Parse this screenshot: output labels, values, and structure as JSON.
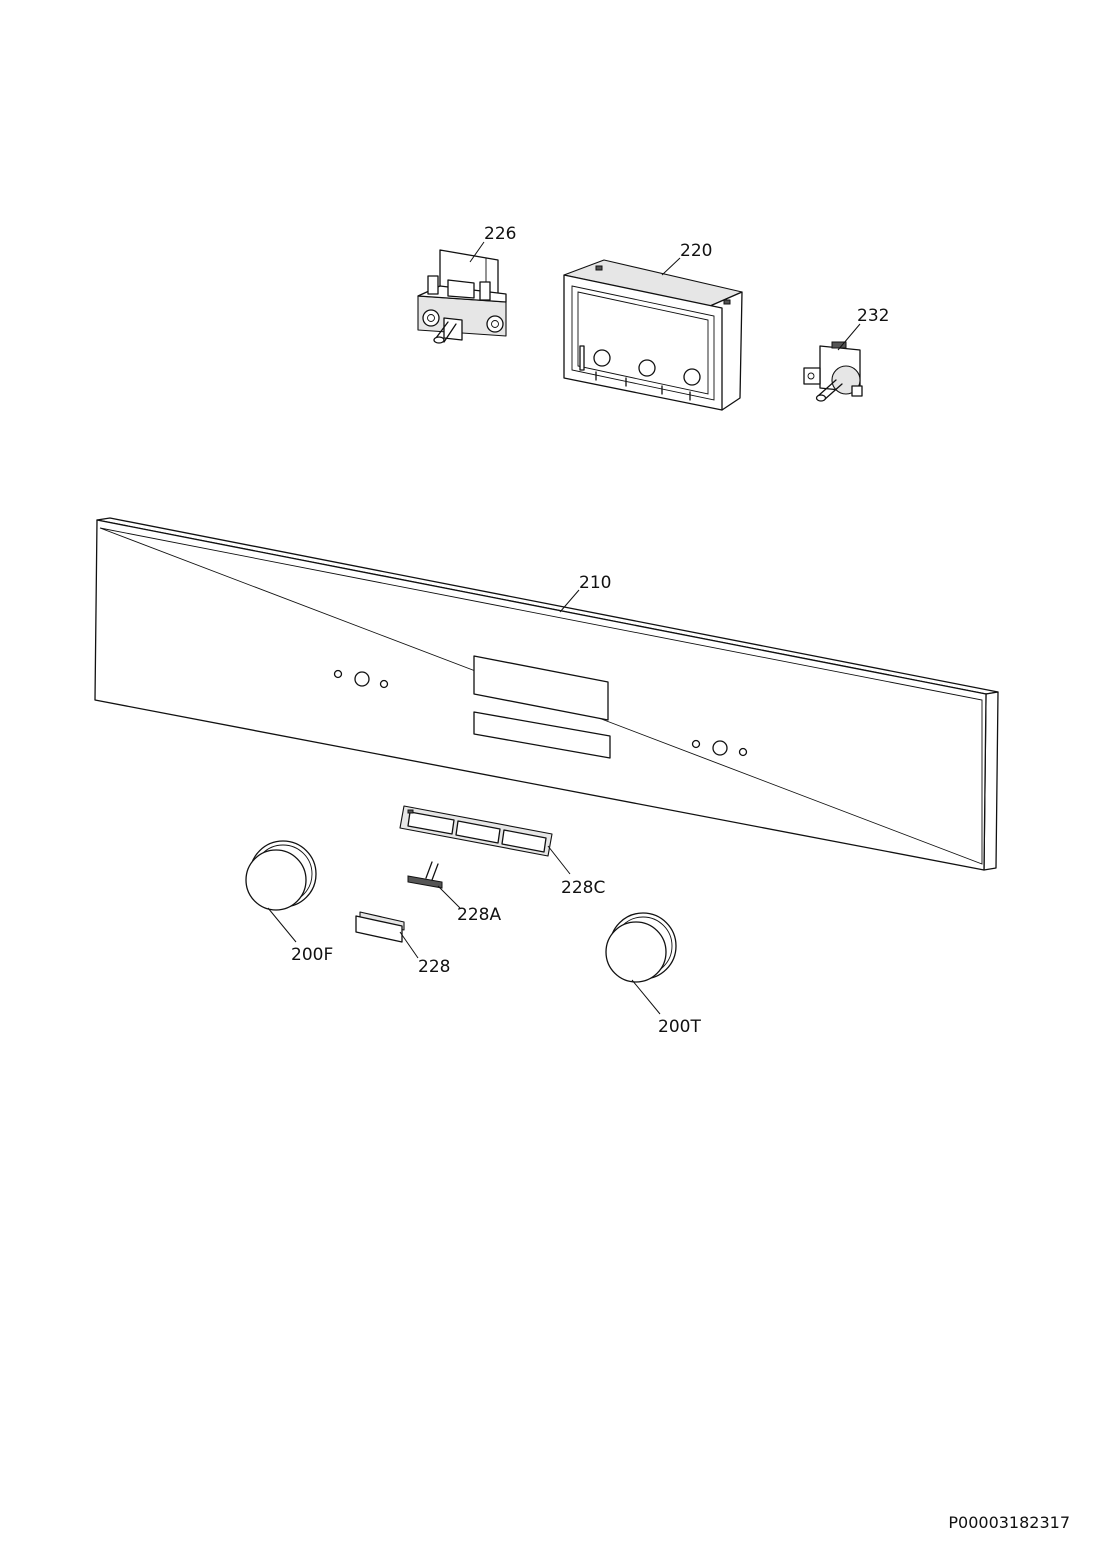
{
  "labels": {
    "p226": "226",
    "p220": "220",
    "p232": "232",
    "p210": "210",
    "p228c": "228C",
    "p228a": "228A",
    "p228": "228",
    "p200f": "200F",
    "p200t": "200T"
  },
  "document_id": "P00003182317"
}
